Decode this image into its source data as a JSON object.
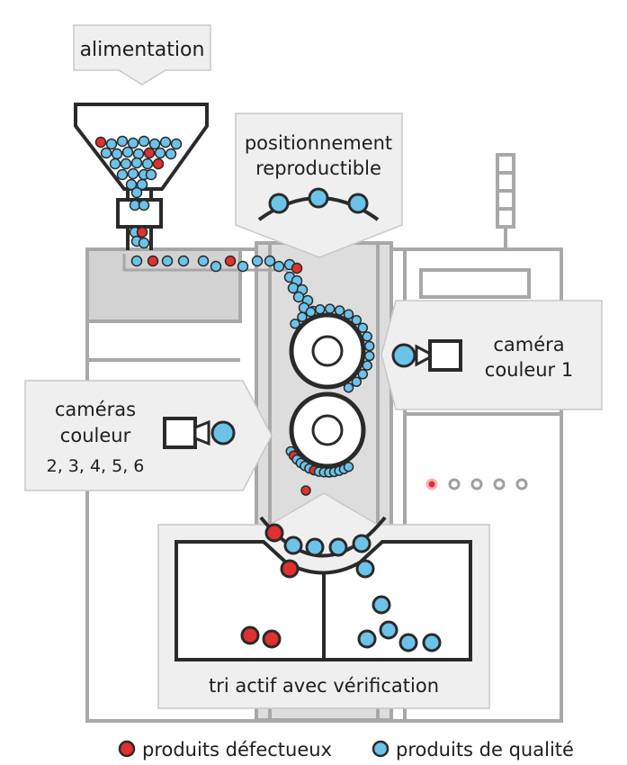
{
  "labels": {
    "feed": "alimentation",
    "positioning_line1": "positionnement",
    "positioning_line2": "reproductible",
    "camera1_line1": "caméra",
    "camera1_line2": "couleur 1",
    "cameras_line1": "caméras",
    "cameras_line2": "couleur",
    "cameras_line3": "2, 3, 4, 5, 6",
    "sorting": "tri actif avec vérification"
  },
  "legend": {
    "defective": "produits défectueux",
    "quality": "produits de qualité"
  },
  "colors": {
    "defective": "#e0312f",
    "quality": "#6cc3ea",
    "outline": "#2a2a2a",
    "machine": "#a8a8a8",
    "panel": "#efefef"
  }
}
